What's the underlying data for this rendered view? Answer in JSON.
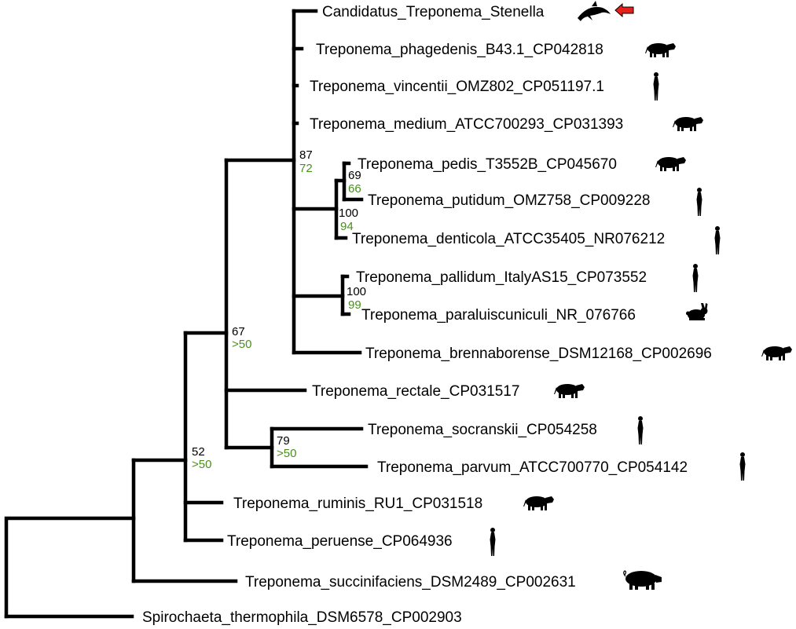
{
  "colors": {
    "branch": "#000000",
    "support_primary": "#000000",
    "support_secondary": "#4a8f1c",
    "arrow": "#e8201c"
  },
  "taxa": [
    {
      "label": "Candidatus_Treponema_Stenella",
      "host_icon": "dolphin-icon",
      "highlight": "red-arrow"
    },
    {
      "label": "Treponema_phagedenis_B43.1_CP042818",
      "host_icon": "cow-icon"
    },
    {
      "label": "Treponema_vincentii_OMZ802_CP051197.1",
      "host_icon": "human-icon"
    },
    {
      "label": "Treponema_medium_ATCC700293_CP031393",
      "host_icon": "cow-icon"
    },
    {
      "label": "Treponema_pedis_T3552B_CP045670",
      "host_icon": "cow-icon"
    },
    {
      "label": "Treponema_putidum_OMZ758_CP009228",
      "host_icon": "human-icon"
    },
    {
      "label": "Treponema_denticola_ATCC35405_NR076212",
      "host_icon": "human-icon"
    },
    {
      "label": "Treponema_pallidum_ItalyAS15_CP073552",
      "host_icon": "human-icon"
    },
    {
      "label": "Treponema_paraluiscuniculi_NR_076766",
      "host_icon": "rabbit-icon"
    },
    {
      "label": "Treponema_brennaborense_DSM12168_CP002696",
      "host_icon": "cow-icon"
    },
    {
      "label": "Treponema_rectale_CP031517",
      "host_icon": "cow-icon"
    },
    {
      "label": "Treponema_socranskii_CP054258",
      "host_icon": "human-icon"
    },
    {
      "label": "Treponema_parvum_ATCC700770_CP054142",
      "host_icon": "human-icon"
    },
    {
      "label": "Treponema_ruminis_RU1_CP031518",
      "host_icon": "cow-icon"
    },
    {
      "label": "Treponema_peruense_CP064936",
      "host_icon": "human-icon"
    },
    {
      "label": "Treponema_succinifaciens_DSM2489_CP002631",
      "host_icon": "pig-icon"
    },
    {
      "label": "Spirochaeta_thermophila_DSM6578_CP002903",
      "host_icon": ""
    }
  ],
  "supports": [
    {
      "primary": "87",
      "secondary": "72"
    },
    {
      "primary": "69",
      "secondary": "66"
    },
    {
      "primary": "100",
      "secondary": "94"
    },
    {
      "primary": "100",
      "secondary": "99"
    },
    {
      "primary": "67",
      "secondary": ">50"
    },
    {
      "primary": "79",
      "secondary": ">50"
    },
    {
      "primary": "52",
      "secondary": ">50"
    }
  ]
}
